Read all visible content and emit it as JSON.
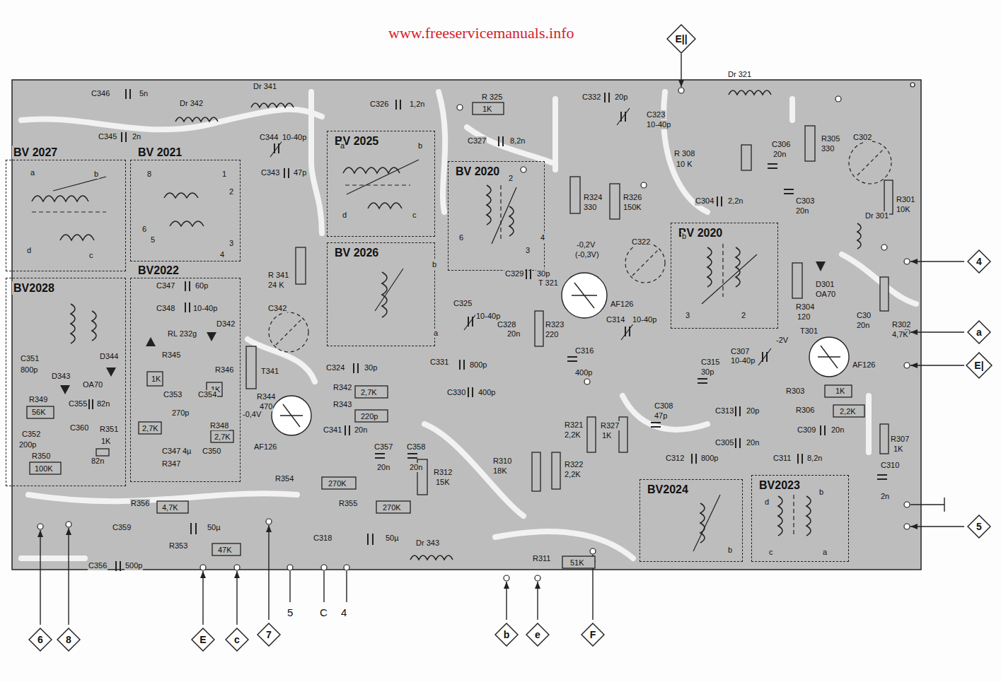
{
  "diagram": {
    "nodes": [
      {
        "text": [
          "BV 2027"
        ]
      },
      {
        "text": [
          "BV 2021"
        ]
      },
      {
        "text": [
          "BV 2025"
        ]
      },
      {
        "text": [
          "BV 2020"
        ]
      },
      {
        "text": [
          "BV2028"
        ]
      },
      {
        "text": [
          "BV2022"
        ]
      },
      {
        "text": [
          "BV 2026"
        ]
      },
      {
        "text": [
          "BV 2020"
        ]
      },
      {
        "text": [
          "BV2024"
        ]
      },
      {
        "text": [
          "BV2023"
        ]
      },
      {
        "text": [
          "E||"
        ]
      },
      {
        "text": [
          "4"
        ]
      },
      {
        "text": [
          "a"
        ]
      },
      {
        "text": [
          "E|"
        ]
      },
      {
        "text": [
          "5"
        ]
      },
      {
        "text": [
          "6"
        ]
      },
      {
        "text": [
          "8"
        ]
      },
      {
        "text": [
          "E"
        ]
      },
      {
        "text": [
          "c"
        ]
      },
      {
        "text": [
          "7"
        ]
      },
      {
        "text": [
          "b"
        ]
      },
      {
        "text": [
          "e"
        ]
      },
      {
        "text": [
          "F"
        ]
      }
    ],
    "labels": [
      "www.freeservicemanuals.info",
      "C346",
      "5n",
      "Dr 342",
      "Dr 341",
      "C345",
      "2n",
      "C344",
      "10-40p",
      "C343",
      "47p",
      "C326",
      "1,2n",
      "R 325",
      "1K",
      "C327",
      "8,2n",
      "C332",
      "20p",
      "C323",
      "10-40p",
      "Dr 321",
      "R305",
      "330",
      "C302",
      "R 308",
      "10 K",
      "C306",
      "20n",
      "C303",
      "20n",
      "R301",
      "10K",
      "Dr 301",
      "C304",
      "2,2n",
      "R324",
      "330",
      "R326",
      "150K",
      "C322",
      "-0,2V",
      "(-0,3V)",
      "T 321",
      "AF126",
      "R 341",
      "24 K",
      "C342",
      "R344",
      "470",
      "-0,4V",
      "T341",
      "AF126",
      "C325",
      "10-40p",
      "C329",
      "30p",
      "C328",
      "20n",
      "R323",
      "220",
      "C316",
      "400p",
      "C314",
      "10-40p",
      "D301",
      "OA70",
      "R304",
      "120",
      "R302",
      "4,7K",
      "C30",
      "20n",
      "C307",
      "10-40p",
      "-2V",
      "T301",
      "AF126",
      "C315",
      "30p",
      "C324",
      "30p",
      "R342",
      "2,7K",
      "C331",
      "800p",
      "C330",
      "400p",
      "R343",
      "220p",
      "C341",
      "20n",
      "C357",
      "20n",
      "C358",
      "20n",
      "R312",
      "15K",
      "R310",
      "18K",
      "R321",
      "2,2K",
      "R327",
      "1K",
      "R322",
      "2,2K",
      "C308",
      "47p",
      "C313",
      "20p",
      "R303",
      "1K",
      "R306",
      "2,2K",
      "C305",
      "20n",
      "C309",
      "20n",
      "R307",
      "1K",
      "C312",
      "800p",
      "C311",
      "8,2n",
      "C310",
      "2n",
      "R354",
      "270K",
      "R355",
      "270K",
      "R356",
      "4,7K",
      "C359",
      "50µ",
      "R353",
      "47K",
      "C356",
      "500p",
      "C318",
      "50µ",
      "Dr 343",
      "R311",
      "51K",
      "5",
      "C",
      "4",
      "C347",
      "60p",
      "C348",
      "10-40p",
      "RL 232g",
      "D342",
      "R345",
      "1K",
      "R346",
      "1K",
      "C353",
      "270p",
      "C354",
      "C347",
      "4µ",
      "C350",
      "R347",
      "2,7K",
      "R348",
      "2,7K",
      "C351",
      "800p",
      "D343",
      "OA70",
      "D344",
      "R349",
      "56K",
      "C355",
      "82n",
      "C352",
      "200p",
      "C360",
      "R350",
      "100K",
      "R351",
      "1K",
      "82n",
      "a",
      "b",
      "d",
      "c",
      "8",
      "1",
      "2",
      "6",
      "5",
      "3",
      "4",
      "a",
      "b",
      "d",
      "c",
      "b",
      "a",
      "2",
      "6",
      "4",
      "3",
      "b",
      "3",
      "2",
      "b",
      "d",
      "b",
      "c",
      "a"
    ]
  }
}
